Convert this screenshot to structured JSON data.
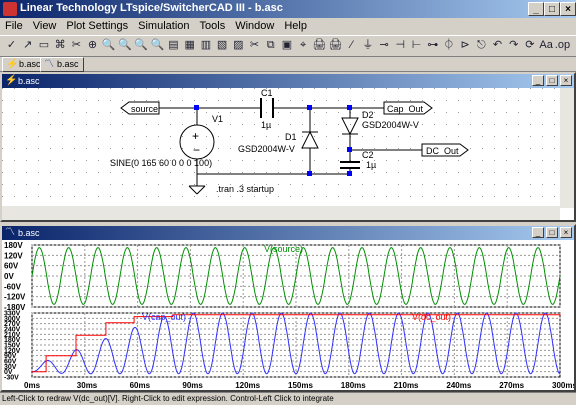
{
  "window": {
    "title": "Linear Technology LTspice/SwitcherCAD III - b.asc"
  },
  "menu": [
    "File",
    "View",
    "Plot Settings",
    "Simulation",
    "Tools",
    "Window",
    "Help"
  ],
  "toolbar": [
    "✓",
    "↗",
    "▭",
    "⌘",
    "✂",
    "⊕",
    "🔍",
    "🔍",
    "🔍",
    "🔍",
    "▤",
    "▦",
    "▥",
    "▧",
    "▨",
    "✂",
    "⧉",
    "▣",
    "⌖",
    "🖨",
    "🖨",
    "∕",
    "⏚",
    "⊸",
    "⊣",
    "⊢",
    "⊶",
    "⏀",
    "⊳",
    "⎋",
    "↶",
    "↷",
    "⟳",
    "Aa",
    ".op"
  ],
  "tabs": [
    {
      "label": "b.asc",
      "icon": "schematic-icon"
    },
    {
      "label": "b.asc",
      "icon": "waveform-icon"
    }
  ],
  "schematic": {
    "title": "b.asc",
    "labels": {
      "source": "source",
      "cap_out": "Cap_Out",
      "dc_out": "DC_Out",
      "c1": "C1",
      "c1_val": "1µ",
      "c2": "C2",
      "c2_val": "1µ",
      "d1": "D1",
      "d1_model": "GSD2004W-V",
      "d2": "D2",
      "d2_model": "GSD2004W-V",
      "v1": "V1",
      "v1_value": "SINE(0 165 60 0 0 0 100)",
      "directive": ".tran .3 startup"
    }
  },
  "waveform": {
    "title": "b.asc",
    "top_trace": "V(source)",
    "bottom_trace1": "V(cap_out)",
    "bottom_trace2": "V(dc_out)",
    "top_ticks": [
      "180V",
      "120V",
      "60V",
      "0V",
      "-60V",
      "-120V",
      "-180V"
    ],
    "bottom_ticks": [
      "330V",
      "300V",
      "270V",
      "240V",
      "210V",
      "180V",
      "150V",
      "120V",
      "90V",
      "60V",
      "30V",
      "0V",
      "-30V"
    ],
    "x_ticks": [
      "0ms",
      "30ms",
      "60ms",
      "90ms",
      "120ms",
      "150ms",
      "180ms",
      "210ms",
      "240ms",
      "270ms",
      "300ms"
    ],
    "colors": {
      "source": "#009000",
      "cap_out": "#3030ff",
      "dc_out": "#ff0000"
    }
  },
  "chart_data": {
    "type": "line",
    "x_range_ms": [
      0,
      300
    ],
    "panes": [
      {
        "title": "V(source)",
        "ylim": [
          -180,
          180
        ],
        "series": [
          {
            "name": "V(source)",
            "amplitude_V": 165,
            "frequency_Hz": 60,
            "offset_V": 0
          }
        ]
      },
      {
        "title": "",
        "ylim": [
          -30,
          330
        ],
        "series": [
          {
            "name": "V(cap_out)",
            "min_V": -12,
            "max_V": 330,
            "settles_ms": 80
          },
          {
            "name": "V(dc_out)",
            "steps": [
              [
                0,
                0
              ],
              [
                8,
                90
              ],
              [
                25,
                205
              ],
              [
                42,
                275
              ],
              [
                58,
                310
              ],
              [
                80,
                320
              ],
              [
                300,
                325
              ]
            ]
          }
        ]
      }
    ]
  },
  "status": "Left-Click to redraw V(dc_out)[V].  Right-Click to edit expression. Control-Left Click to integrate"
}
